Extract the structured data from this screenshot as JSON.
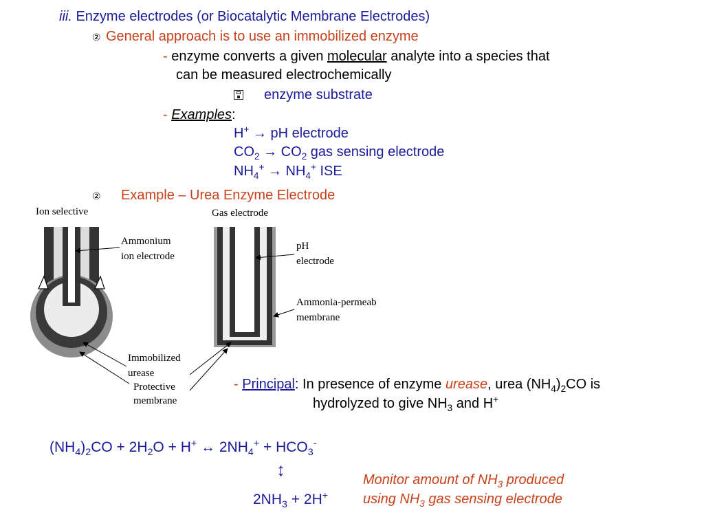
{
  "heading": {
    "number": "iii.",
    "title": "Enzyme electrodes (or Biocatalytic Membrane Electrodes)"
  },
  "point1": {
    "bullet": "②",
    "text": "General approach is to use an immobilized enzyme",
    "sub_dash": "- ",
    "sub_pre": "enzyme converts a given ",
    "sub_underlined": "molecular",
    "sub_post": " analyte into a species that",
    "sub_line2": "can be measured electrochemically",
    "substrate_icon": "save-icon",
    "substrate": "enzyme substrate",
    "examples_dash": "- ",
    "examples_label": "Examples",
    "examples_colon": ":",
    "examples": [
      {
        "a": "H",
        "a_sup": "+",
        "arrow": "→",
        "b": " pH electrode"
      },
      {
        "a": "CO",
        "a_sub": "2",
        "arrow": "→",
        "b": " CO",
        "b_sub": "2",
        "b_tail": " gas sensing electrode"
      },
      {
        "a": "NH",
        "a_sub": "4",
        "a_sup": "+",
        "arrow": "→",
        "b": " NH",
        "b_sub": "4",
        "b_sup": "+",
        "b_tail": " ISE"
      }
    ]
  },
  "point2": {
    "bullet": "②",
    "text": "Example – Urea Enzyme Electrode"
  },
  "diagram": {
    "left_title": "Ion selective",
    "right_title": "Gas electrode",
    "ammonium_line1": "Ammonium",
    "ammonium_line2": "ion electrode",
    "ph_line1": "pH",
    "ph_line2": "electrode",
    "ammonia_line1": "Ammonia-permeab",
    "ammonia_line2": "membrane",
    "immob_line1": "Immobilized",
    "immob_line2": "urease",
    "protective_line1": "Protective",
    "protective_line2": "membrane"
  },
  "principal": {
    "dash": "- ",
    "label": "Principal",
    "t1": ": In presence of enzyme ",
    "enzyme": "urease",
    "t2": ", urea (NH",
    "sub4": "4",
    "t3": ")",
    "sub2": "2",
    "t4": "CO is",
    "l2a": "hydrolyzed to give NH",
    "sub3": "3",
    "l2b": " and H",
    "sup_plus": "+"
  },
  "equation": {
    "s1": "(NH",
    "s1_sub": "4",
    "s2": ")",
    "s2_sub": "2",
    "s3": "CO + 2H",
    "s3_sub": "2",
    "s4": "O + H",
    "s4_sup": "+",
    "arrow": " ↔ ",
    "s5": "2NH",
    "s5_sub": "4",
    "s5_sup": "+",
    "s6": " + HCO",
    "s6_sub": "3",
    "s6_sup": "-",
    "vert_arrow": "↕",
    "p1": "2NH",
    "p1_sub": "3",
    "p2": " + 2H",
    "p2_sup": "+"
  },
  "monitor": {
    "l1a": "Monitor amount of NH",
    "l1_sub": "3",
    "l1b": " produced",
    "l2a": "using NH",
    "l2_sub": "3",
    "l2b": " gas sensing electrode"
  },
  "colors": {
    "title_blue": "#1a1a9a",
    "accent_orange": "#c8401a",
    "diagram_dark": "#3a3a3a",
    "diagram_gray": "#8c8c8c"
  }
}
